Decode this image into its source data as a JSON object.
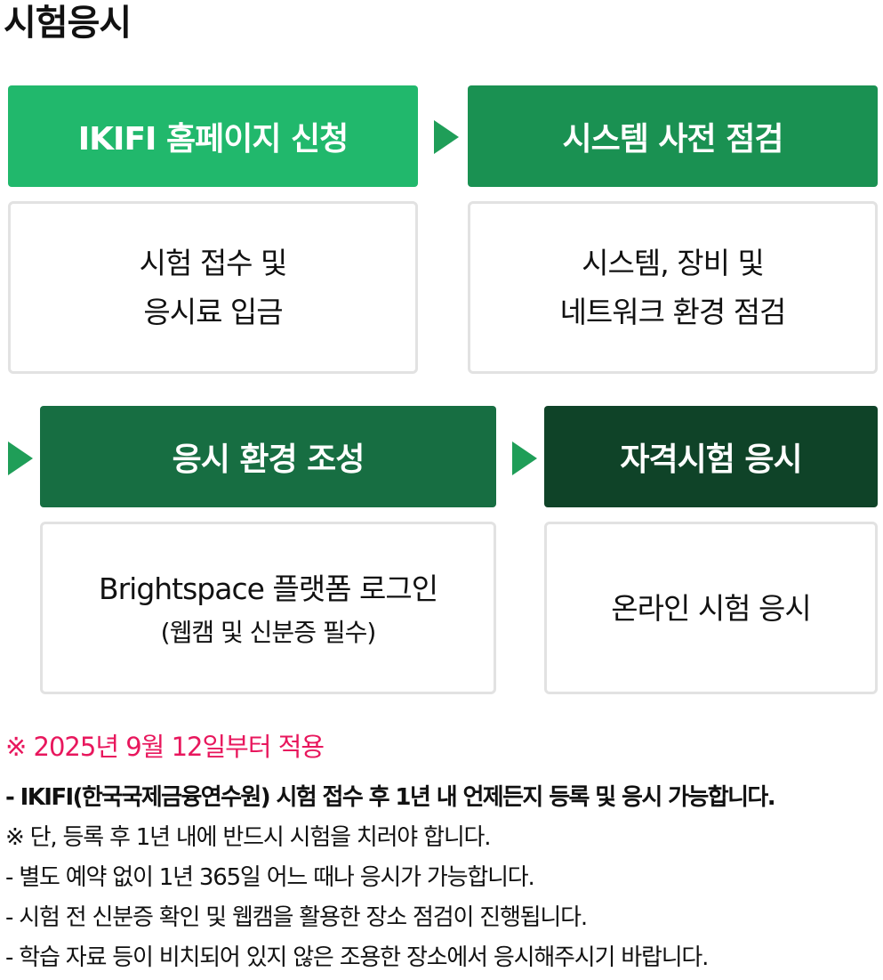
{
  "page_title": "시험응시",
  "steps": [
    {
      "title": "IKIFI 홈페이지 신청",
      "lines": [
        "시험 접수 및",
        "응시료 입금"
      ],
      "color": "#21b86c"
    },
    {
      "title": "시스템 사전 점검",
      "lines": [
        "시스템, 장비 및",
        "네트워크 환경 점검"
      ],
      "color": "#1a9152"
    },
    {
      "title": "응시 환경 조성",
      "lines": [
        "Brightspace 플랫폼 로그인",
        "(웹캠 및 신분증 필수)"
      ],
      "color": "#176e42"
    },
    {
      "title": "자격시험 응시",
      "lines": [
        "온라인 시험 응시"
      ],
      "color": "#0f4328"
    }
  ],
  "arrow_color": "#1f9e58",
  "notice": "※ 2025년 9월 12일부터 적용",
  "notice_color": "#e8175d",
  "notes": [
    "- IKIFI(한국국제금융연수원) 시험 접수 후 1년 내 언제든지 등록 및 응시 가능합니다.",
    "※ 단, 등록 후 1년 내에 반드시 시험을 치러야 합니다.",
    "- 별도 예약 없이 1년 365일 어느 때나 응시가 가능합니다.",
    "- 시험 전 신분증 확인 및 웹캠을 활용한 장소 점검이 진행됩니다.",
    "- 학습 자료 등이 비치되어 있지 않은 조용한 장소에서 응시해주시기 바랍니다."
  ]
}
